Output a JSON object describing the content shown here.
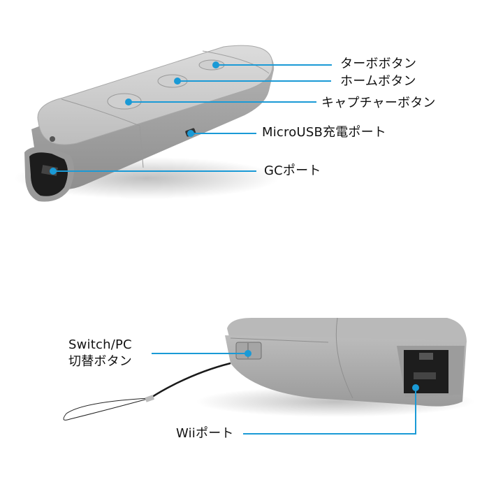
{
  "figure": {
    "background": "#ffffff",
    "accent_color": "#1a9ad6",
    "device_color": "#c9c9c9",
    "top_view": {
      "callouts": [
        {
          "id": "turbo",
          "label": "ターボボタン"
        },
        {
          "id": "home",
          "label": "ホームボタン"
        },
        {
          "id": "capture",
          "label": "キャプチャーボタン"
        },
        {
          "id": "microusb",
          "label": "MicroUSB充電ポート"
        },
        {
          "id": "gc",
          "label": "GCポート"
        }
      ]
    },
    "bottom_view": {
      "callouts": [
        {
          "id": "switch-pc",
          "label_line1": "Switch/PC",
          "label_line2": "切替ボタン"
        },
        {
          "id": "wii",
          "label": "Wiiポート"
        }
      ]
    }
  }
}
